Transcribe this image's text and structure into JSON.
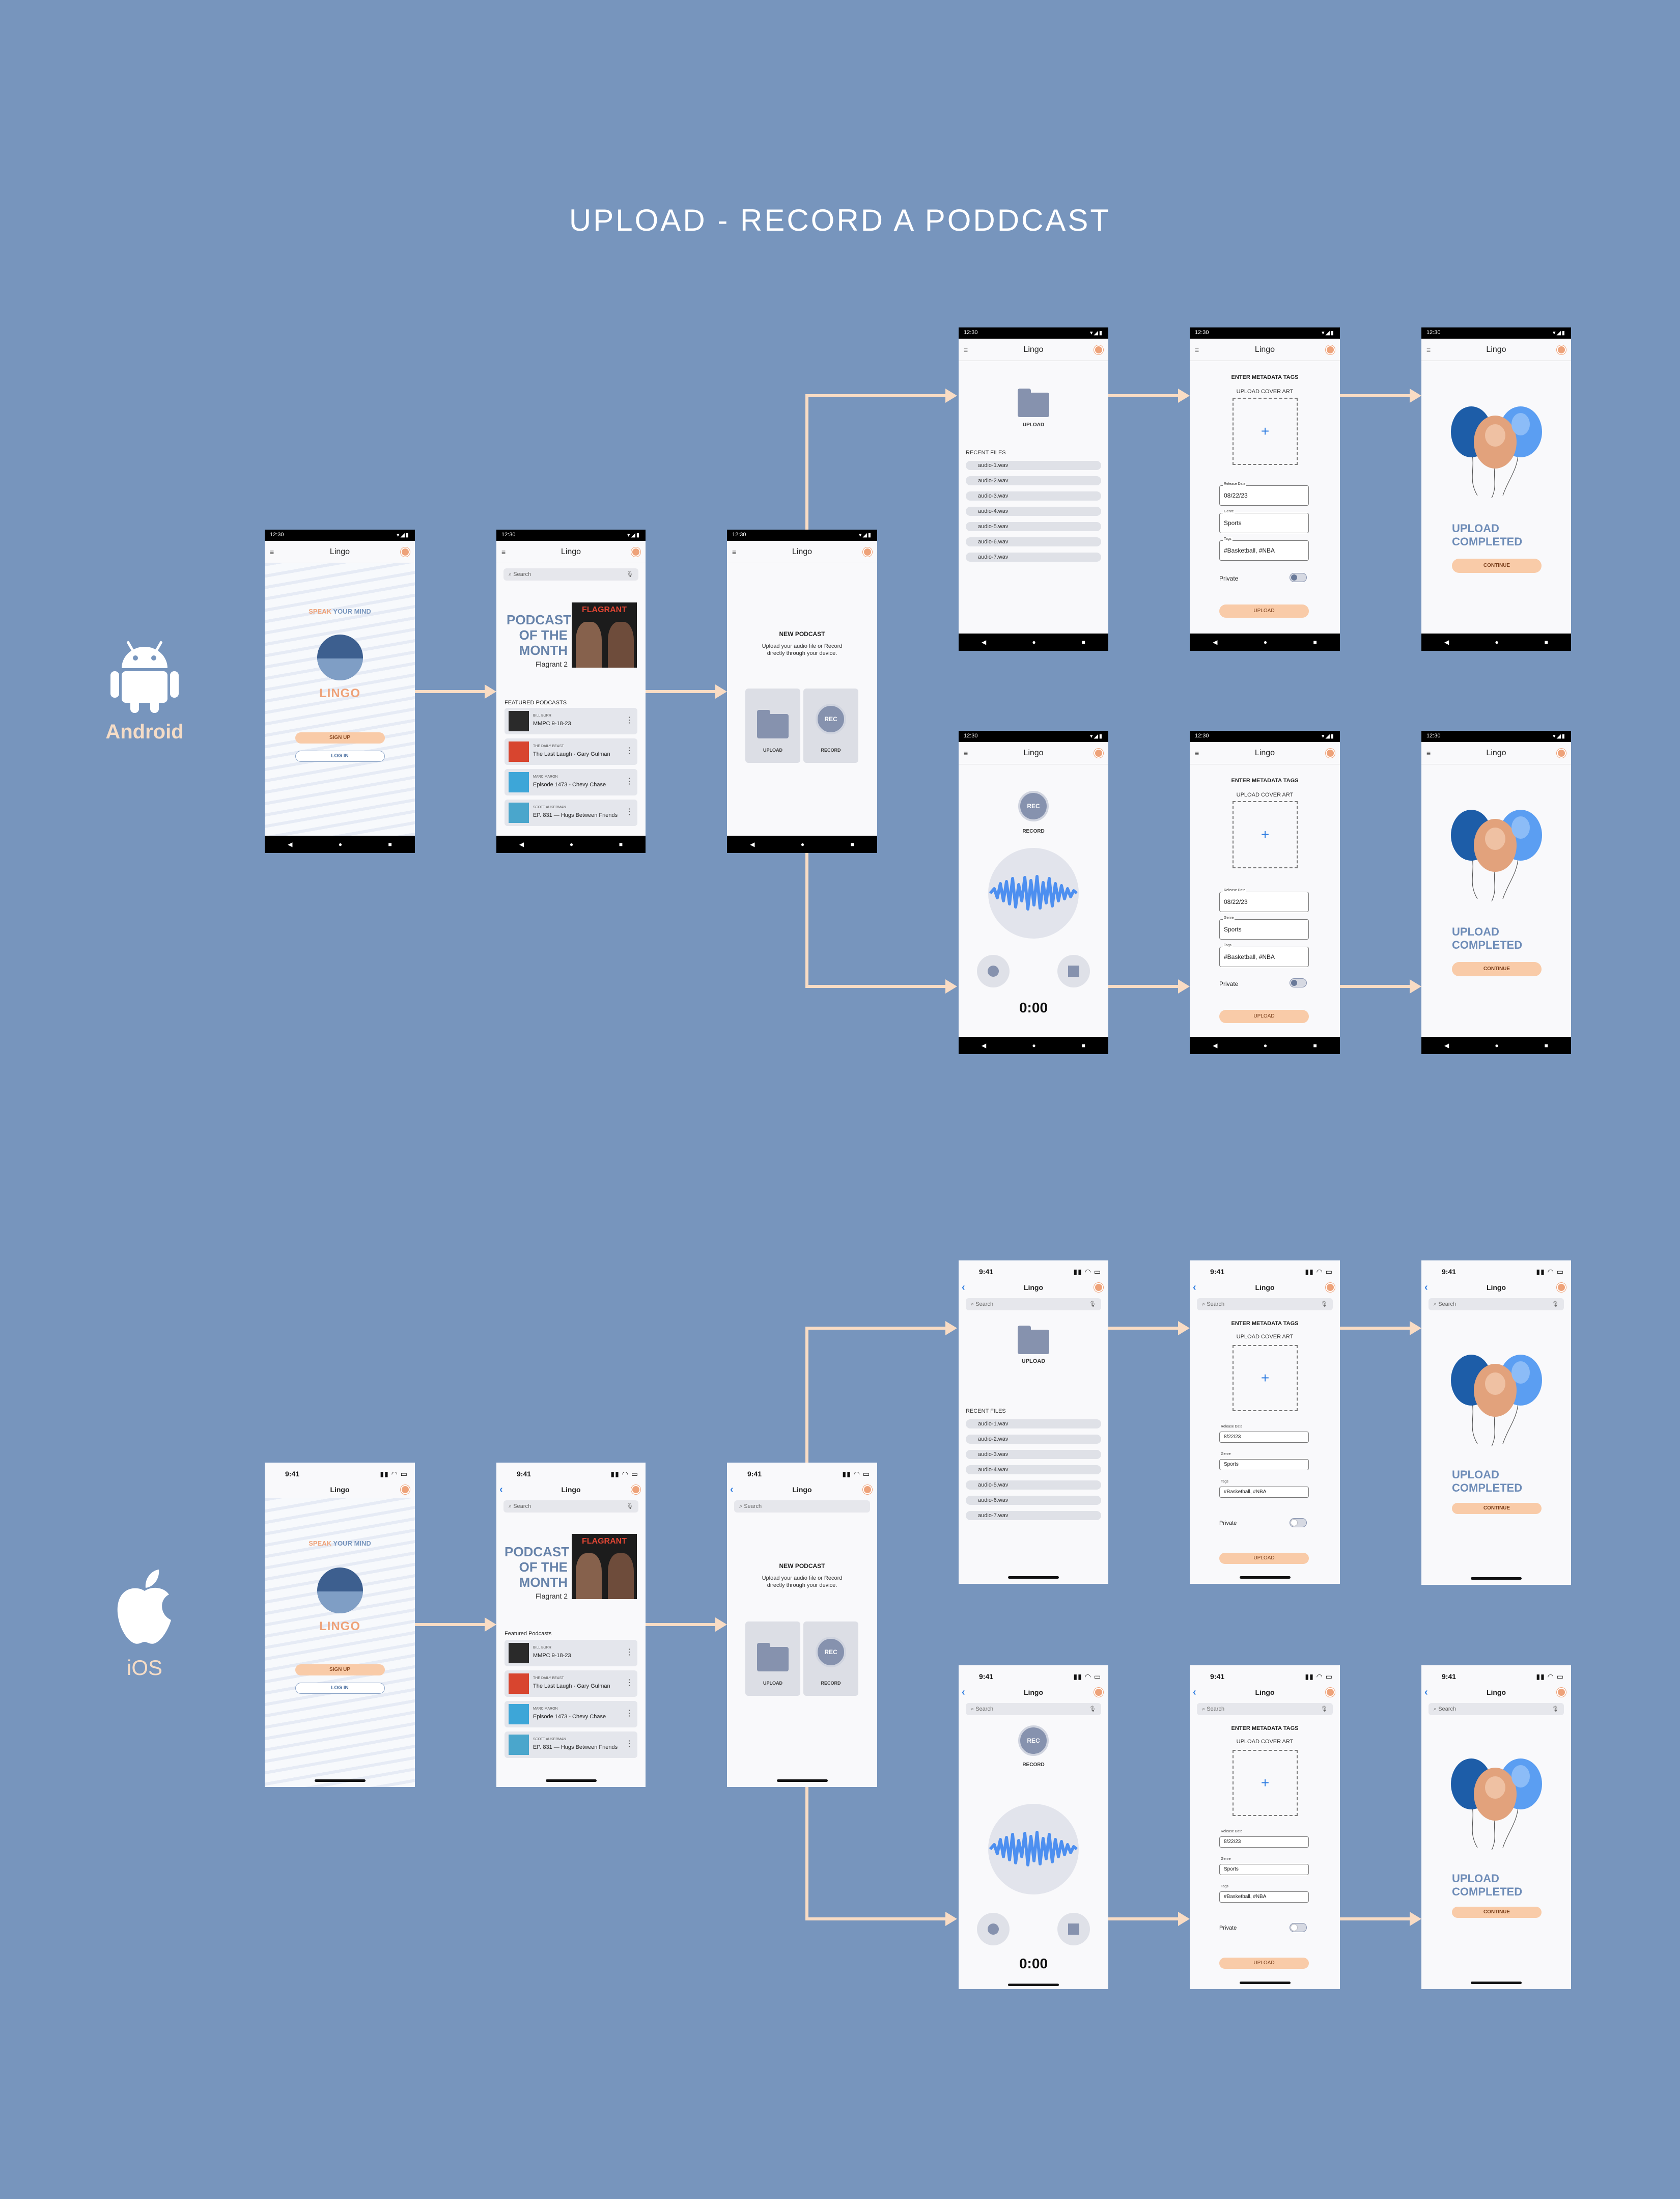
{
  "title": "UPLOAD - RECORD A PODDCAST",
  "platforms": {
    "android": "Android",
    "ios": "iOS"
  },
  "app_name": "Lingo",
  "status_time_android": "12:30",
  "status_time_ios": "9:41",
  "search_placeholder": "Search",
  "welcome": {
    "speak": "SPEAK",
    "your_mind": " YOUR MIND",
    "logo_word": "LINGO",
    "signup": "SIGN UP",
    "login": "LOG IN"
  },
  "home": {
    "potm_lines": [
      "PODCAST",
      "OF THE",
      "MONTH"
    ],
    "potm_subtitle": "Flagrant 2",
    "cover_text": "FLAGRANT",
    "featured_label_android": "FEATURED PODCASTS",
    "featured_label_ios": "Featured Podcasts",
    "podcasts": [
      {
        "host": "BILL BURR",
        "episode": "MMPC 9-18-23"
      },
      {
        "host": "THE DAILY BEAST",
        "episode": "The Last Laugh - Gary Gulman"
      },
      {
        "host": "MARC MARON",
        "episode": "Episode 1473 - Chevy Chase"
      },
      {
        "host": "SCOTT AUKERMAN",
        "episode": "EP. 831 — Hugs Between Friends"
      }
    ]
  },
  "new_podcast": {
    "heading": "NEW PODCAST",
    "desc1": "Upload your audio file or Record",
    "desc2": "directly through your device.",
    "upload": "UPLOAD",
    "record": "RECORD",
    "rec": "REC"
  },
  "upload_screen": {
    "label": "UPLOAD",
    "recent": "RECENT FILES",
    "files": [
      "audio-1.wav",
      "audio-2.wav",
      "audio-3.wav",
      "audio-4.wav",
      "audio-5.wav",
      "audio-6.wav",
      "audio-7.wav"
    ]
  },
  "record_screen": {
    "rec": "REC",
    "label": "RECORD",
    "timer": "0:00"
  },
  "metadata": {
    "heading": "ENTER METADATA TAGS",
    "cover_art": "UPLOAD COVER ART",
    "plus": "+",
    "release_label": "Release Date",
    "release_value": "08/22/23",
    "release_value_ios": "8/22/23",
    "genre_label": "Genre",
    "genre_value": "Sports",
    "tags_label": "Tags",
    "tags_value": "#Basketball, #NBA",
    "private": "Private",
    "upload": "UPLOAD"
  },
  "completed": {
    "line1": "UPLOAD",
    "line2": "COMPLETED",
    "continue": "CONTINUE"
  },
  "colors": {
    "background": "#7795bd",
    "accent": "#eea279",
    "arrow": "#f9dcc4",
    "primary": "#6783aa"
  }
}
